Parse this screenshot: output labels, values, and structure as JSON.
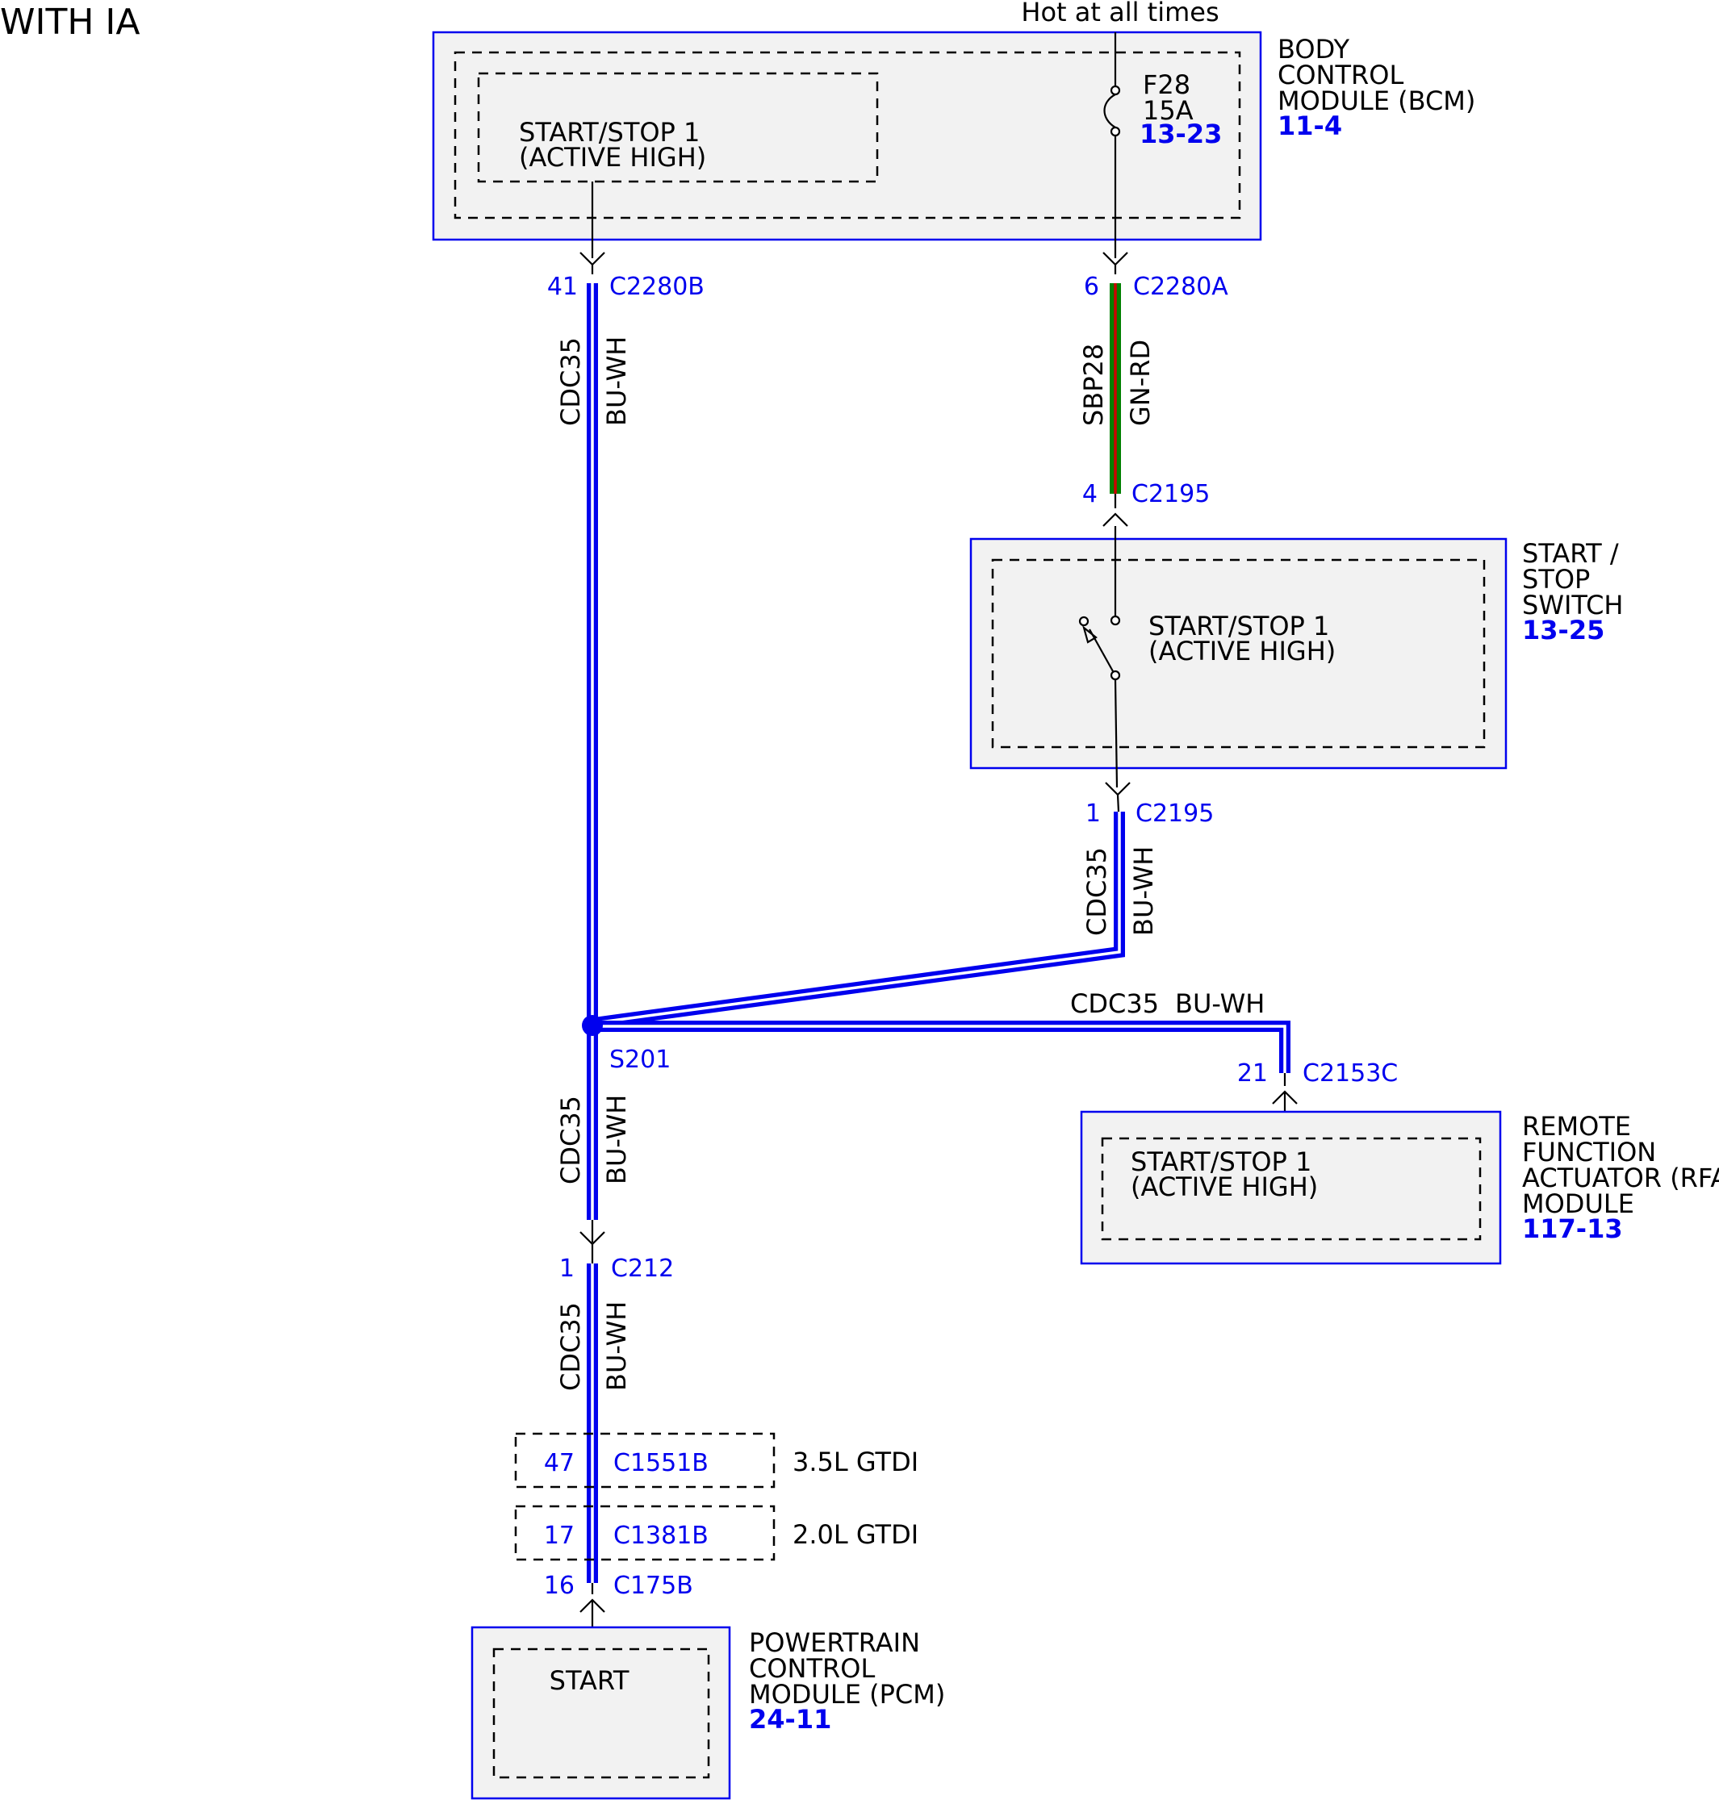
{
  "header": {
    "title": "WITH IA"
  },
  "power_source": {
    "label": "Hot at all times"
  },
  "colors": {
    "wire_blue": "#0000ee",
    "wire_white": "#ffffff",
    "wire_green": "#008000",
    "wire_red": "#cc0000",
    "module_fill": "#f2f2f2",
    "link_blue": "#0000ee"
  },
  "bcm": {
    "name_lines": [
      "BODY",
      "CONTROL",
      "MODULE (BCM)"
    ],
    "ref": "11-4",
    "function_lines": [
      "START/STOP 1",
      "(ACTIVE HIGH)"
    ],
    "fuse": {
      "name": "F28",
      "rating": "15A",
      "ref": "13-23"
    }
  },
  "switch": {
    "name_lines": [
      "START /",
      "STOP",
      "SWITCH"
    ],
    "ref": "13-25",
    "function_lines": [
      "START/STOP 1",
      "(ACTIVE HIGH)"
    ]
  },
  "rfa": {
    "name_lines": [
      "REMOTE",
      "FUNCTION",
      "ACTUATOR (RFA)",
      "MODULE"
    ],
    "ref": "117-13",
    "function_lines": [
      "START/STOP 1",
      "(ACTIVE HIGH)"
    ]
  },
  "pcm": {
    "name_lines": [
      "POWERTRAIN",
      "CONTROL",
      "MODULE (PCM)"
    ],
    "ref": "24-11",
    "function": "START"
  },
  "connectors": {
    "c2280b": {
      "pin": "41",
      "name": "C2280B"
    },
    "c2280a": {
      "pin": "6",
      "name": "C2280A"
    },
    "c2195_top": {
      "pin": "4",
      "name": "C2195"
    },
    "c2195_bottom": {
      "pin": "1",
      "name": "C2195"
    },
    "c2153c": {
      "pin": "21",
      "name": "C2153C"
    },
    "c212": {
      "pin": "1",
      "name": "C212"
    },
    "c1551b": {
      "pin": "47",
      "name": "C1551B",
      "variant": "3.5L GTDI"
    },
    "c1381b": {
      "pin": "17",
      "name": "C1381B",
      "variant": "2.0L GTDI"
    },
    "c175b": {
      "pin": "16",
      "name": "C175B"
    }
  },
  "splice": {
    "name": "S201"
  },
  "wires": {
    "bcm_to_splice": {
      "circuit": "CDC35",
      "color": "BU-WH"
    },
    "fuse_to_switch": {
      "circuit": "SBP28",
      "color": "GN-RD"
    },
    "switch_to_splice": {
      "circuit": "CDC35",
      "color": "BU-WH"
    },
    "splice_to_rfa": {
      "circuit": "CDC35",
      "color": "BU-WH"
    },
    "splice_to_c212": {
      "circuit": "CDC35",
      "color": "BU-WH"
    },
    "c212_to_pcm": {
      "circuit": "CDC35",
      "color": "BU-WH"
    }
  }
}
